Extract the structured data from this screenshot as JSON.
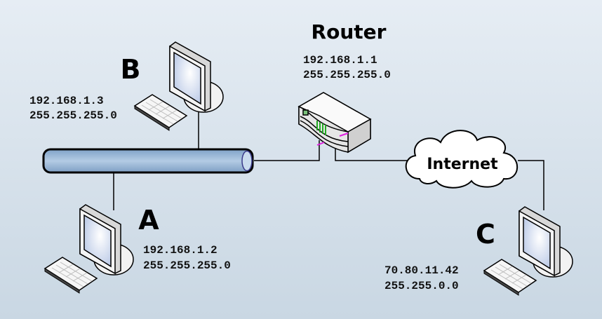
{
  "router": {
    "label": "Router",
    "ip": "192.168.1.1",
    "mask": "255.255.255.0"
  },
  "hosts": [
    {
      "label": "A",
      "ip": "192.168.1.2",
      "mask": "255.255.255.0"
    },
    {
      "label": "B",
      "ip": "192.168.1.3",
      "mask": "255.255.255.0"
    },
    {
      "label": "C",
      "ip": "70.80.11.42",
      "mask": "255.255.0.0"
    }
  ],
  "cloud": {
    "label": "Internet"
  },
  "colors": {
    "bus": "#9bb9d9",
    "port": "#e020e0",
    "led": "#22aa22"
  }
}
